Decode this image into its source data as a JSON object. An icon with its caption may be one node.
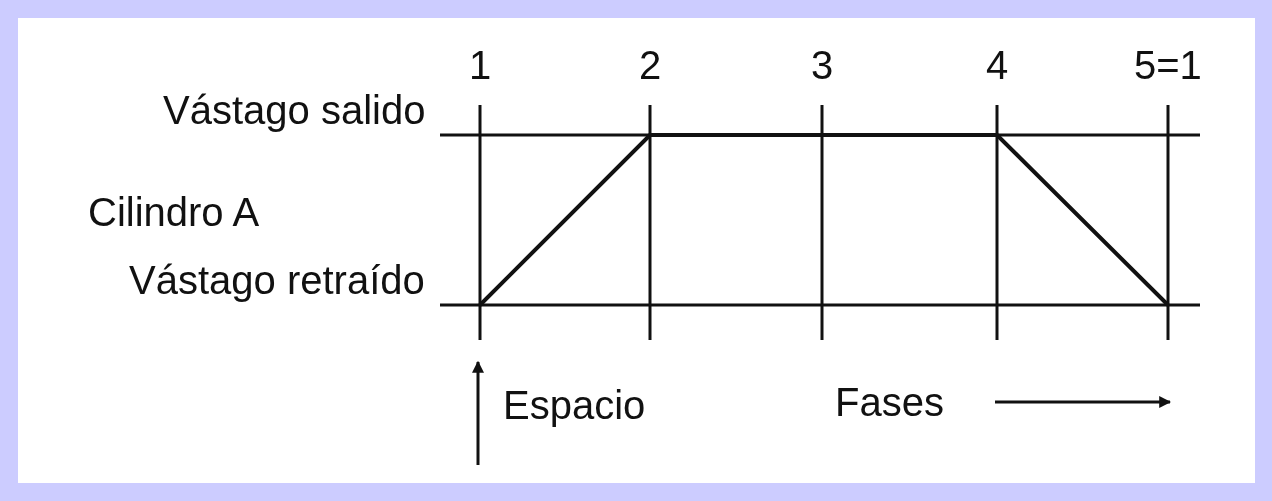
{
  "diagram": {
    "labels": [
      "1",
      "2",
      "3",
      "4",
      "5=1",
      "Vástago salido",
      "Cilindro A",
      "Vástago retraído",
      "Espacio",
      "Fases"
    ]
  }
}
